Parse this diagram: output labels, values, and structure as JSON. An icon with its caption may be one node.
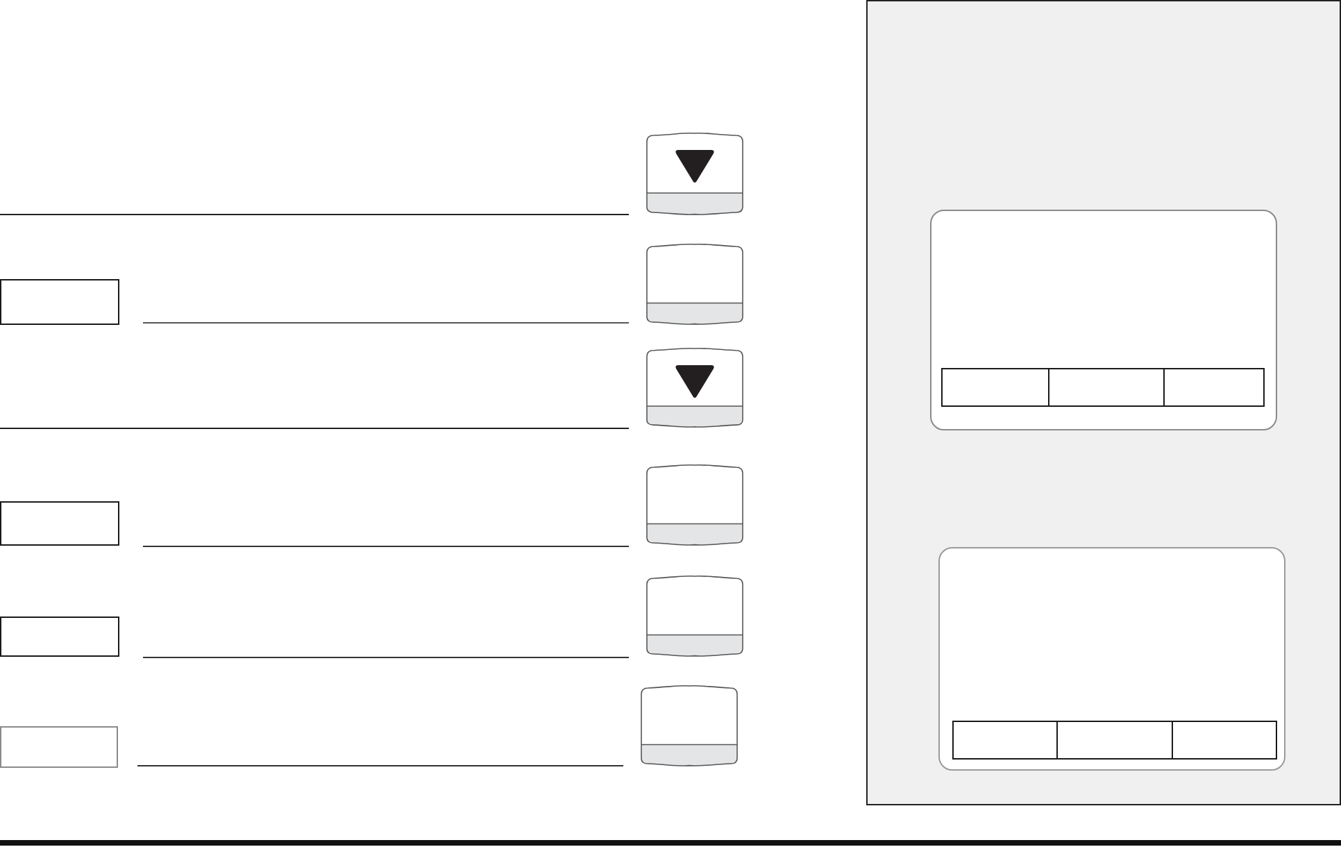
{
  "diagram": {
    "nodes": [
      {
        "text": [],
        "shape": "key"
      },
      {
        "text": [],
        "shape": "box"
      },
      {
        "text": [],
        "shape": "key"
      },
      {
        "text": [],
        "shape": "key"
      },
      {
        "text": [],
        "shape": "box"
      },
      {
        "text": [],
        "shape": "key"
      },
      {
        "text": [],
        "shape": "box"
      },
      {
        "text": [],
        "shape": "key"
      },
      {
        "text": [],
        "shape": "box"
      },
      {
        "text": [],
        "shape": "key"
      },
      {
        "text": [],
        "shape": "box"
      },
      {
        "text": [],
        "shape": "screen",
        "in": 10
      },
      {
        "text": [],
        "shape": "box",
        "in": 11
      },
      {
        "text": [],
        "shape": "box",
        "in": 11
      },
      {
        "text": [],
        "shape": "box",
        "in": 11
      },
      {
        "text": [],
        "shape": "screen",
        "in": 10
      },
      {
        "text": [],
        "shape": "box",
        "in": 15
      },
      {
        "text": [],
        "shape": "box",
        "in": 15
      },
      {
        "text": [],
        "shape": "box",
        "in": 15
      }
    ]
  }
}
